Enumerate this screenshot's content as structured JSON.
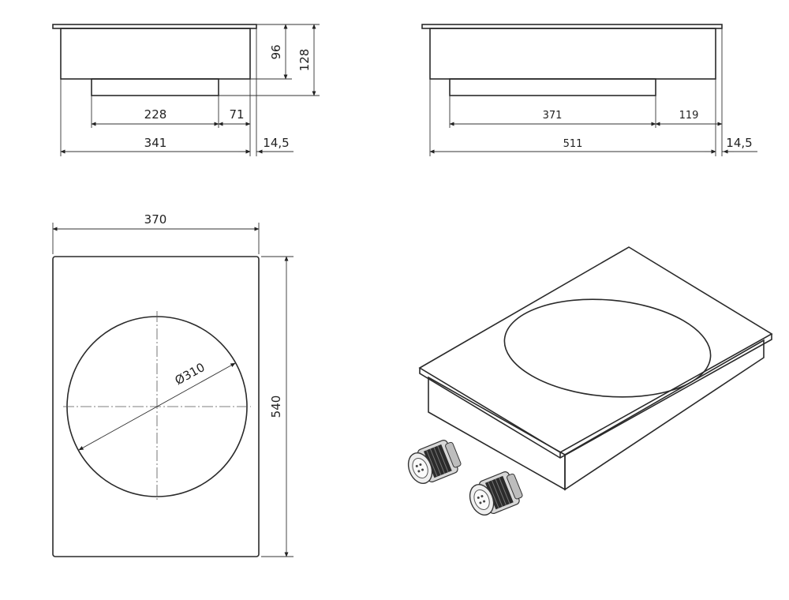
{
  "dimensions": {
    "front_inner_width": "228",
    "front_offset": "71",
    "front_total_width": "341",
    "frame_thickness_front": "14,5",
    "height_body": "96",
    "height_total": "128",
    "side_inner_width": "371",
    "side_offset": "119",
    "side_total_width": "511",
    "frame_thickness_side": "14,5",
    "top_width": "370",
    "top_length": "540",
    "zone_diameter": "Ø310"
  },
  "colors": {
    "line": "#2a2a2a",
    "background": "#ffffff"
  },
  "icons": {
    "control_knob": "rotary-knob-icon"
  }
}
